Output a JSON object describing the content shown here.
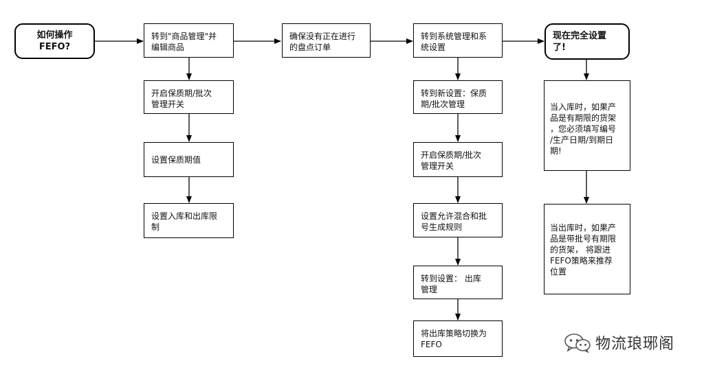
{
  "nodes": {
    "start": "如何操作\nFEFO?",
    "goto_product": "转到\"商品管理\"并\n编辑商品",
    "ensure_no_count": "确保没有正在进行\n的盘点订单",
    "goto_system": "转到系统管理和系\n统设置",
    "done": "现在完全设置\n了!",
    "enable_shelf_life": "开启保质期/批次\n管理开关",
    "set_shelf_value": "设置保质期值",
    "set_limits": "设置入库和出库限\n制",
    "goto_new_setting": "转到新设置：保质\n期/批次管理",
    "enable_shelf_life_2": "开启保质期/批次\n管理开关",
    "allow_mixing": "设置允许混合和批\n号生成规则",
    "goto_outbound": "转到设置：  出库\n管理",
    "switch_fefo": "将出库策略切换为\nFEFO",
    "note_inbound": "当入库时，如果产\n品是有期限的货架\n，您必须填写编号\n/生产日期/到期日\n期!",
    "note_outbound": "当出库时，如果产\n品是带批号有期限\n的货架，  将跟进\nFEFO策略来推荐\n位置"
  },
  "watermark": {
    "text": "物流琅琊阁",
    "icon": "wechat-icon"
  }
}
